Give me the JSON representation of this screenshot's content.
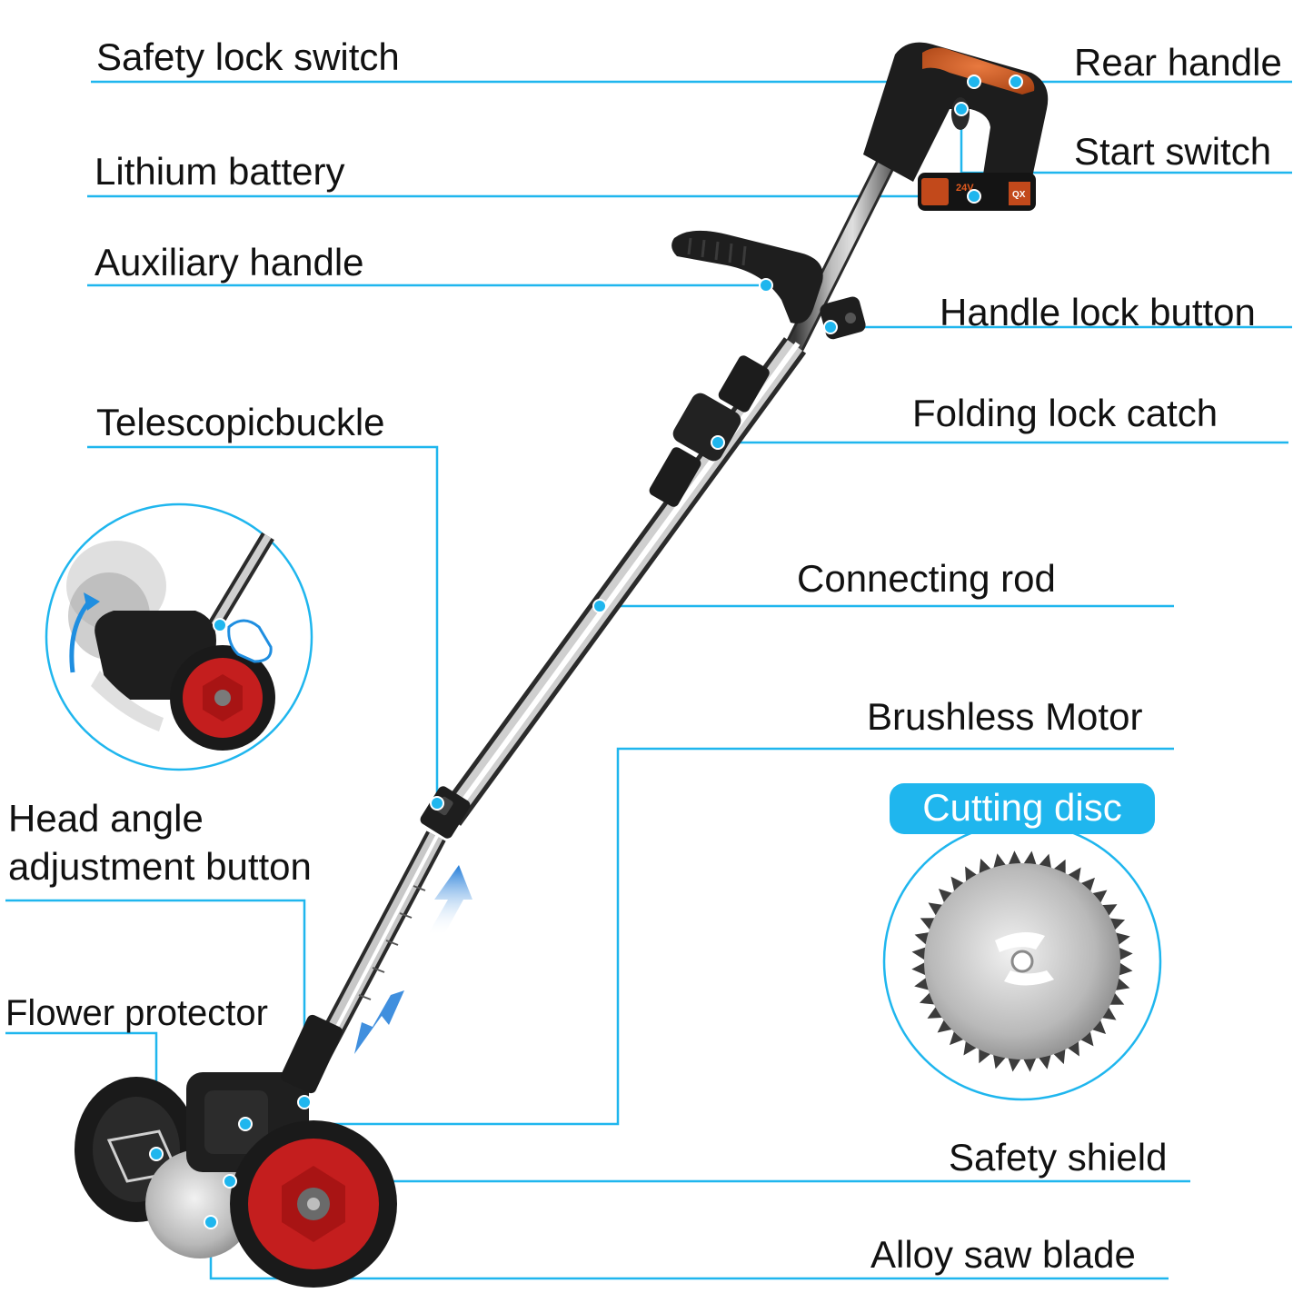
{
  "accent_color": "#1fb6ee",
  "labels": {
    "safety_lock_switch": "Safety lock switch",
    "rear_handle": "Rear handle",
    "start_switch": "Start switch",
    "lithium_battery": "Lithium battery",
    "auxiliary_handle": "Auxiliary handle",
    "handle_lock_button": "Handle lock button",
    "telescopic_buckle": "Telescopicbuckle",
    "folding_lock_catch": "Folding lock catch",
    "connecting_rod": "Connecting rod",
    "brushless_motor": "Brushless Motor",
    "cutting_disc": "Cutting disc",
    "head_angle_line1": "Head angle",
    "head_angle_line2": "adjustment button",
    "flower_protector": "Flower protector",
    "safety_shield": "Safety shield",
    "alloy_saw_blade": "Alloy saw blade"
  },
  "battery_marking": {
    "voltage": "24V",
    "brand": "QX"
  },
  "icons": {
    "fold_arrow": "curved-up-arrow-icon",
    "press_hand": "pointing-hand-icon",
    "extend_arrows": "up-down-arrows-icon"
  }
}
